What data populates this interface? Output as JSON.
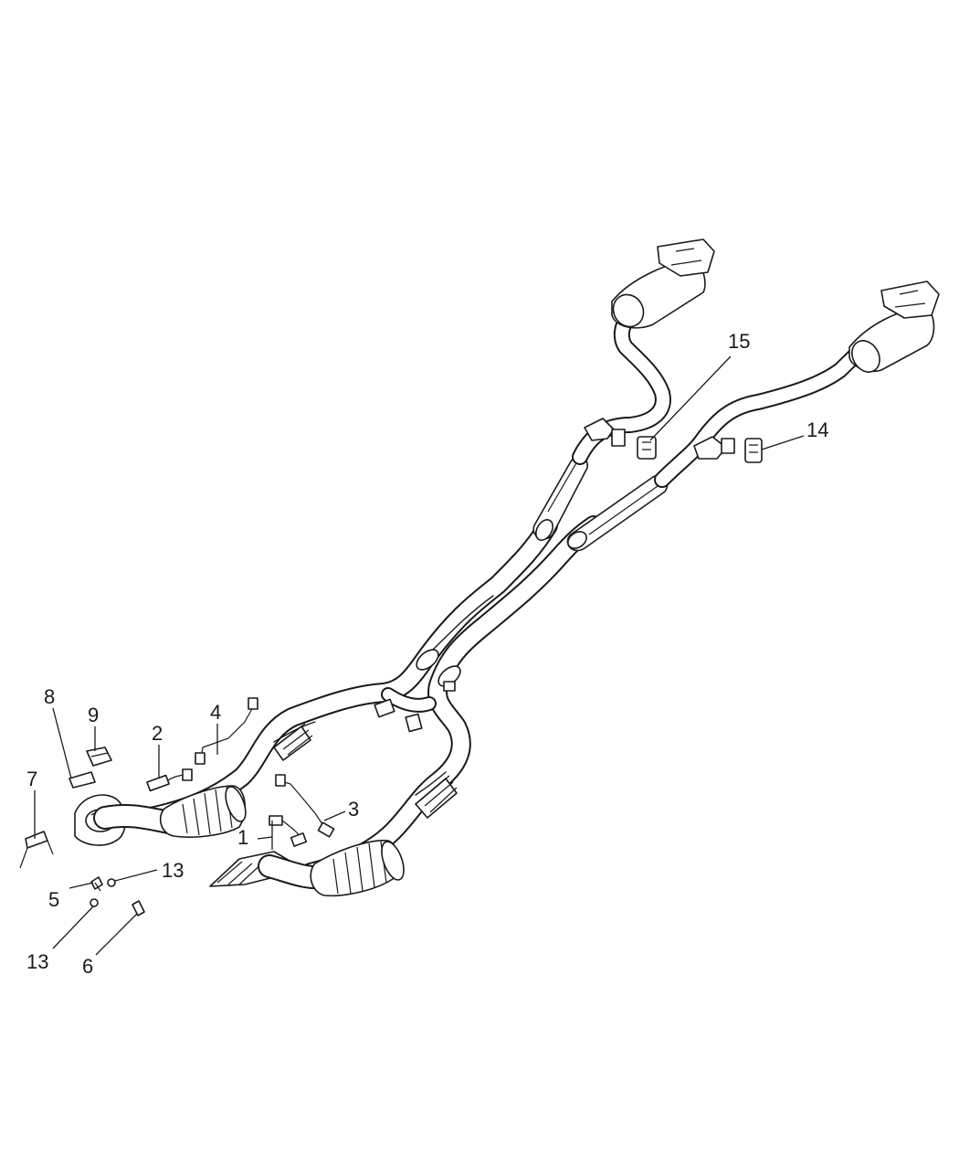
{
  "callouts": [
    {
      "id": "1",
      "label": "1"
    },
    {
      "id": "2",
      "label": "2"
    },
    {
      "id": "3",
      "label": "3"
    },
    {
      "id": "4",
      "label": "4"
    },
    {
      "id": "5",
      "label": "5"
    },
    {
      "id": "6",
      "label": "6"
    },
    {
      "id": "7",
      "label": "7"
    },
    {
      "id": "8",
      "label": "8"
    },
    {
      "id": "9",
      "label": "9"
    },
    {
      "id": "13a",
      "label": "13"
    },
    {
      "id": "13b",
      "label": "13"
    },
    {
      "id": "14",
      "label": "14"
    },
    {
      "id": "15",
      "label": "15"
    }
  ],
  "colors": {
    "line": "#1a1a1a",
    "background": "#ffffff"
  }
}
